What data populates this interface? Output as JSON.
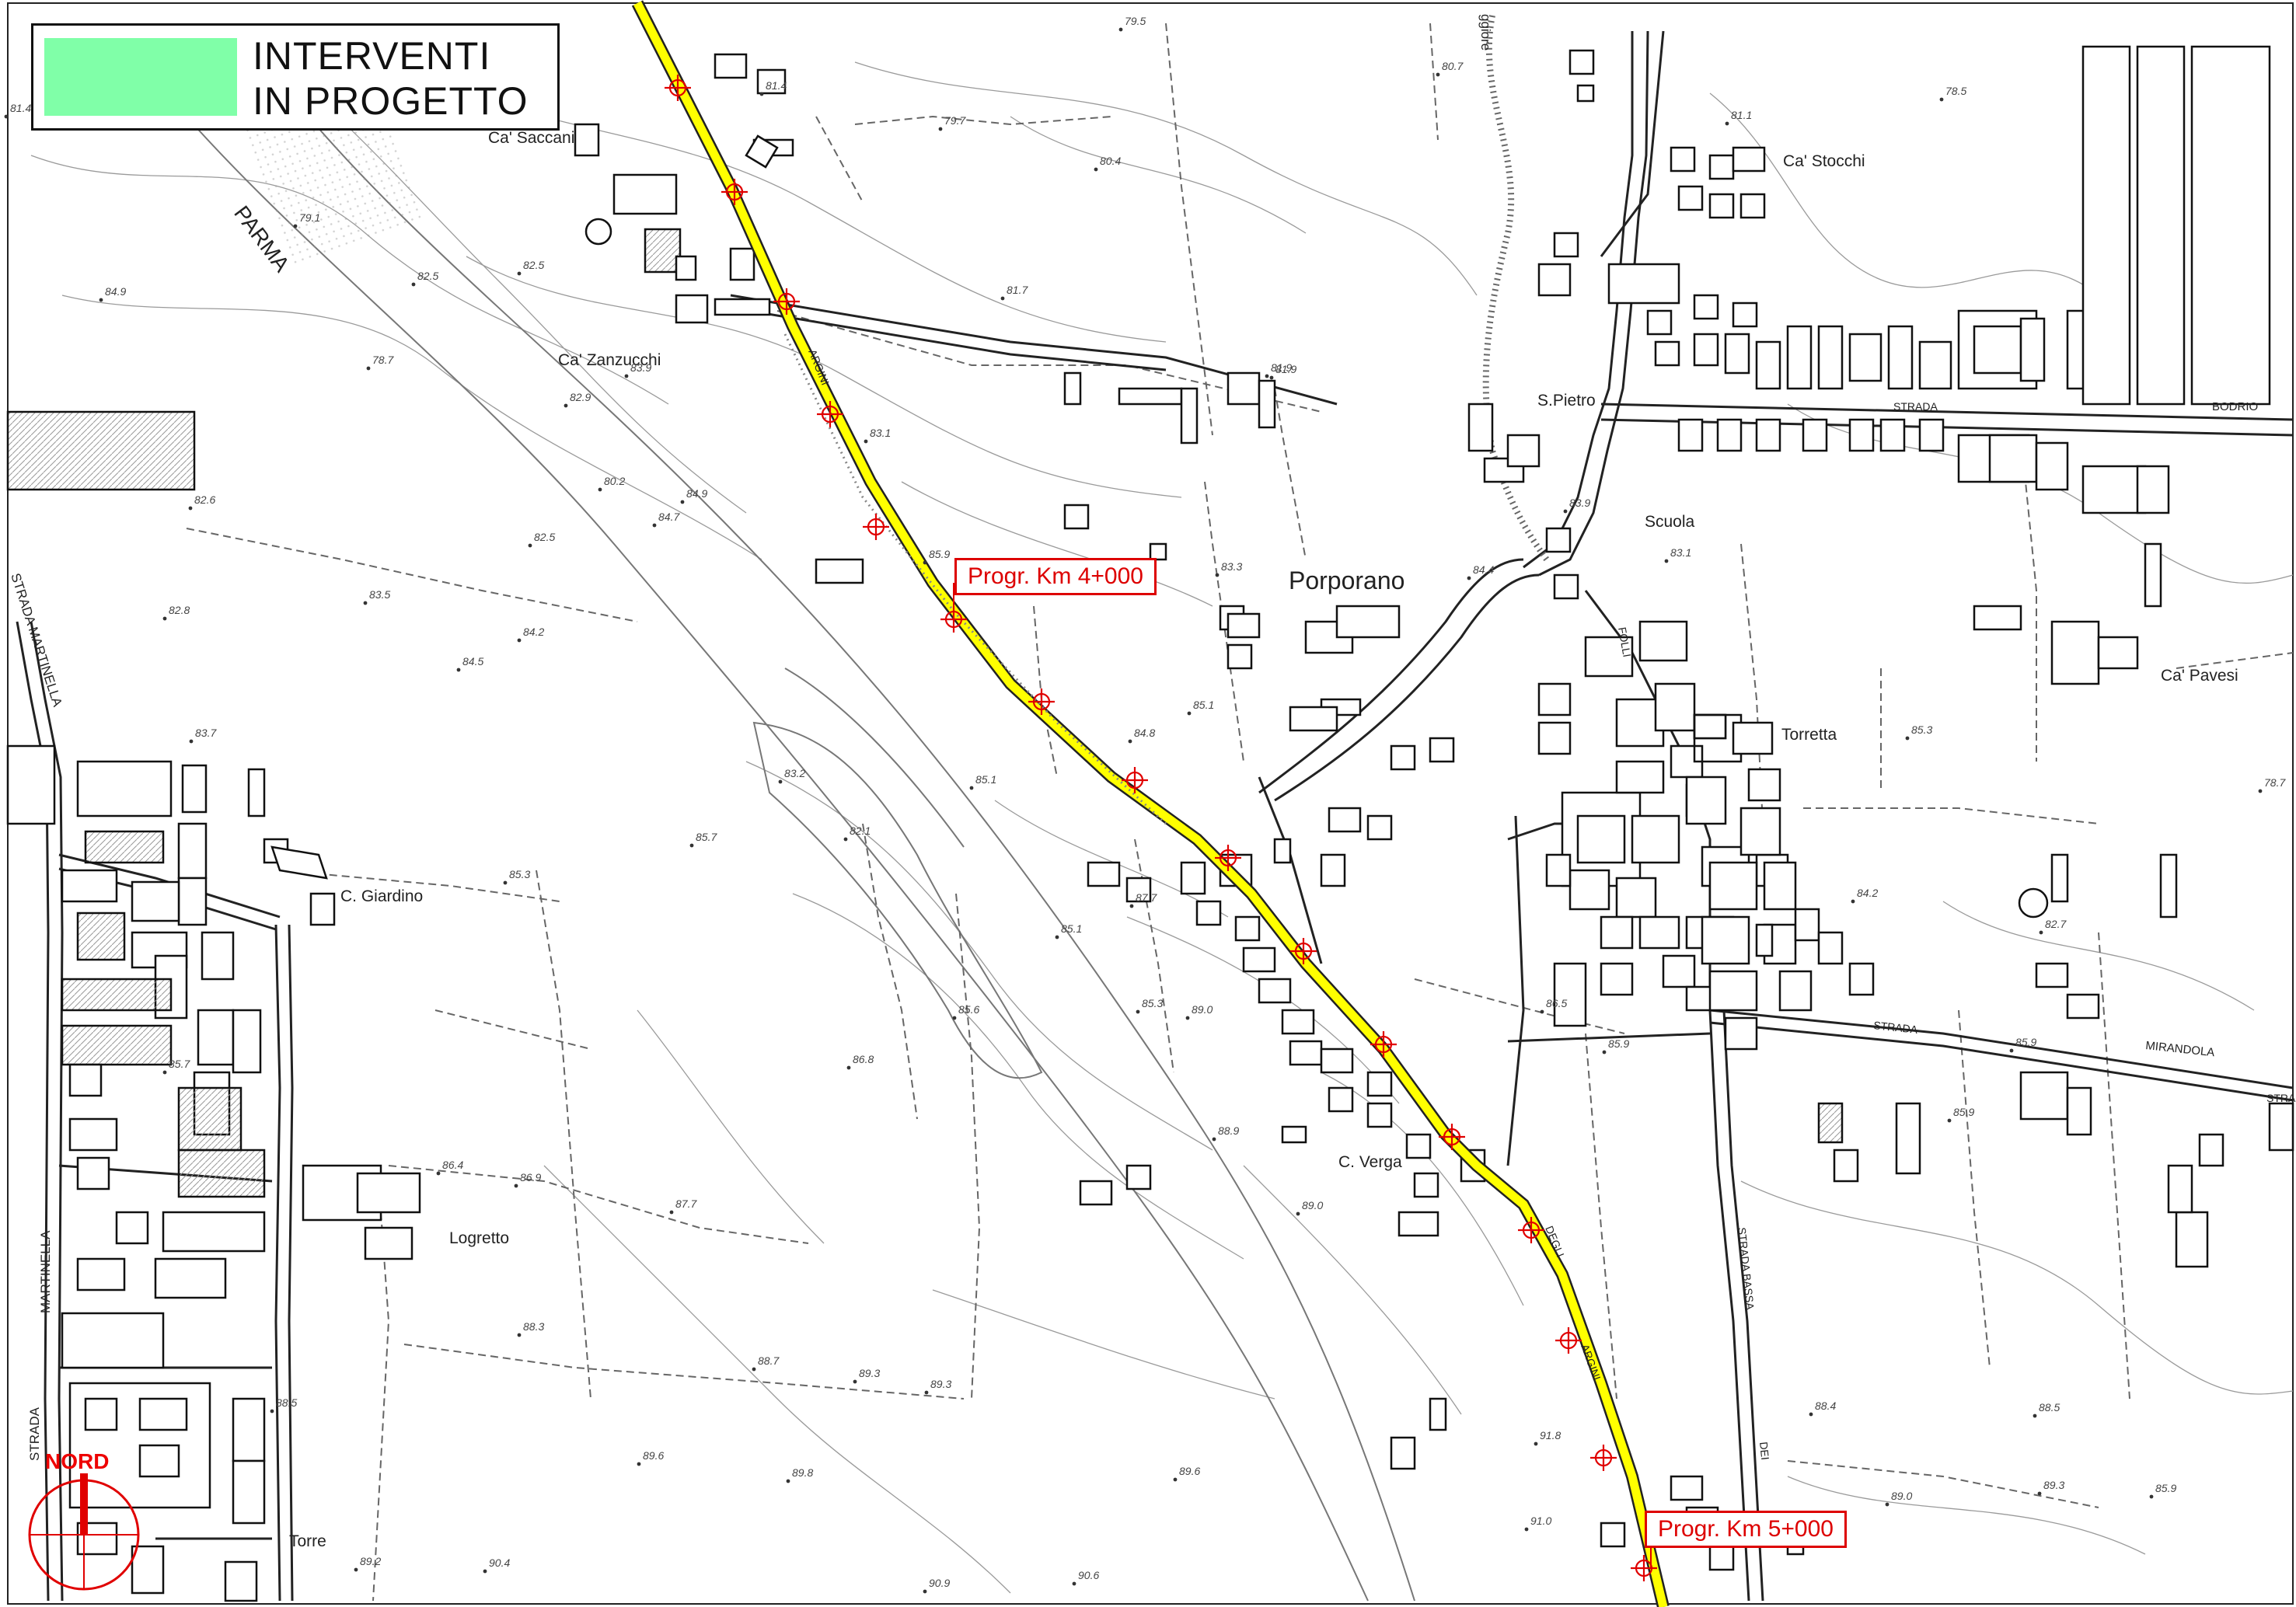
{
  "legend": {
    "line1": "INTERVENTI",
    "line2": "IN PROGETTO",
    "swatch_color": "#80ffa8"
  },
  "progressives": {
    "km4": "Progr. Km  4+000",
    "km5": "Progr. Km  5+000"
  },
  "north": {
    "label": "NORD"
  },
  "colors": {
    "project_road": "#ffff00",
    "project_road_edge": "#222222",
    "markers": "#e00000",
    "buildings": "#111111",
    "hatch": "#bbbbbb"
  },
  "places": {
    "ca_saccani": "Ca' Saccani",
    "parma": "PARMA",
    "ca_zanzucchi": "Ca' Zanzucchi",
    "strada_martinella_top": "STRADA MARTINELLA",
    "c_giardino": "C. Giardino",
    "logretto": "Logretto",
    "martinella_bottom": "MARTINELLA",
    "strada_bottom": "STRADA",
    "torre": "Torre",
    "porporano": "Porporano",
    "s_pietro": "S.Pietro",
    "scuola": "Scuola",
    "ca_stocchi": "Ca' Stocchi",
    "torretta": "Torretta",
    "ca_pavesi": "Ca' Pavesi",
    "c_verga": "C. Verga",
    "strada_top": "STRADA",
    "bodrio": "BODRIO",
    "strada_mid": "STRADA",
    "mirandola": "MIRANDOLA",
    "strada_right": "STRADA",
    "argini_1": "ARGINI",
    "argini_2": "ARGINI",
    "degli": "DEGLI",
    "folli": "FOLLI",
    "bassa": "STRADA BASSA",
    "dei": "DEI",
    "ggiore": "ggiore"
  },
  "spot_heights": [
    {
      "id": "h1",
      "v": "81.4"
    },
    {
      "id": "h2",
      "v": "79.5"
    },
    {
      "id": "h3",
      "v": "80.7"
    },
    {
      "id": "h4",
      "v": "78.5"
    },
    {
      "id": "h5",
      "v": "79.7"
    },
    {
      "id": "h6",
      "v": "80.4"
    },
    {
      "id": "h7",
      "v": "81.1"
    },
    {
      "id": "h8",
      "v": "79.1"
    },
    {
      "id": "h9",
      "v": "82.5"
    },
    {
      "id": "h10",
      "v": "82.5"
    },
    {
      "id": "h11",
      "v": "81.9"
    },
    {
      "id": "h12",
      "v": "81.7"
    },
    {
      "id": "h13",
      "v": "84.9"
    },
    {
      "id": "h14",
      "v": "78.7"
    },
    {
      "id": "h15",
      "v": "83.9"
    },
    {
      "id": "h16",
      "v": "81.9"
    },
    {
      "id": "h17",
      "v": "82.9"
    },
    {
      "id": "h18",
      "v": "83.1"
    },
    {
      "id": "h19",
      "v": "80.2"
    },
    {
      "id": "h20",
      "v": "82.6"
    },
    {
      "id": "h21",
      "v": "84.9"
    },
    {
      "id": "h22",
      "v": "84.7"
    },
    {
      "id": "h23",
      "v": "82.5"
    },
    {
      "id": "h24",
      "v": "85.9"
    },
    {
      "id": "h25",
      "v": "83.3"
    },
    {
      "id": "h26",
      "v": "84.4"
    },
    {
      "id": "h27",
      "v": "82.8"
    },
    {
      "id": "h28",
      "v": "83.5"
    },
    {
      "id": "h29",
      "v": "84.2"
    },
    {
      "id": "h30",
      "v": "84.5"
    },
    {
      "id": "h31",
      "v": "85.1"
    },
    {
      "id": "h32",
      "v": "84.8"
    },
    {
      "id": "h33",
      "v": "83.7"
    },
    {
      "id": "h34",
      "v": "83.2"
    },
    {
      "id": "h35",
      "v": "85.1"
    },
    {
      "id": "h36",
      "v": "82.1"
    },
    {
      "id": "h37",
      "v": "85.7"
    },
    {
      "id": "h38",
      "v": "85.3"
    },
    {
      "id": "h39",
      "v": "87.7"
    },
    {
      "id": "h40",
      "v": "85.1"
    },
    {
      "id": "h41",
      "v": "85.6"
    },
    {
      "id": "h42",
      "v": "85.3"
    },
    {
      "id": "h43",
      "v": "89.0"
    },
    {
      "id": "h44",
      "v": "86.8"
    },
    {
      "id": "h45",
      "v": "85.7"
    },
    {
      "id": "h46",
      "v": "86.4"
    },
    {
      "id": "h47",
      "v": "86.9"
    },
    {
      "id": "h48",
      "v": "87.7"
    },
    {
      "id": "h49",
      "v": "88.9"
    },
    {
      "id": "h50",
      "v": "89.0"
    },
    {
      "id": "h51",
      "v": "88.3"
    },
    {
      "id": "h52",
      "v": "88.7"
    },
    {
      "id": "h53",
      "v": "89.3"
    },
    {
      "id": "h54",
      "v": "89.3"
    },
    {
      "id": "h55",
      "v": "88.5"
    },
    {
      "id": "h56",
      "v": "89.6"
    },
    {
      "id": "h57",
      "v": "89.8"
    },
    {
      "id": "h58",
      "v": "89.6"
    },
    {
      "id": "h59",
      "v": "89.2"
    },
    {
      "id": "h60",
      "v": "90.4"
    },
    {
      "id": "h61",
      "v": "90.9"
    },
    {
      "id": "h62",
      "v": "90.6"
    },
    {
      "id": "h63",
      "v": "91.0"
    },
    {
      "id": "h64",
      "v": "88.4"
    },
    {
      "id": "h65",
      "v": "89.0"
    },
    {
      "id": "h66",
      "v": "89.3"
    },
    {
      "id": "h67",
      "v": "85.9"
    },
    {
      "id": "h68",
      "v": "84.2"
    },
    {
      "id": "h69",
      "v": "86.5"
    },
    {
      "id": "h70",
      "v": "85.9"
    },
    {
      "id": "h71",
      "v": "85.3"
    },
    {
      "id": "h72",
      "v": "78.7"
    },
    {
      "id": "h73",
      "v": "82.7"
    },
    {
      "id": "h74",
      "v": "85.9"
    },
    {
      "id": "h75",
      "v": "88.5"
    },
    {
      "id": "h76",
      "v": "85.9"
    },
    {
      "id": "h77",
      "v": "83.9"
    },
    {
      "id": "h78",
      "v": "83.1"
    },
    {
      "id": "h79",
      "v": "91.8"
    },
    {
      "id": "h80",
      "v": "81.4"
    }
  ]
}
